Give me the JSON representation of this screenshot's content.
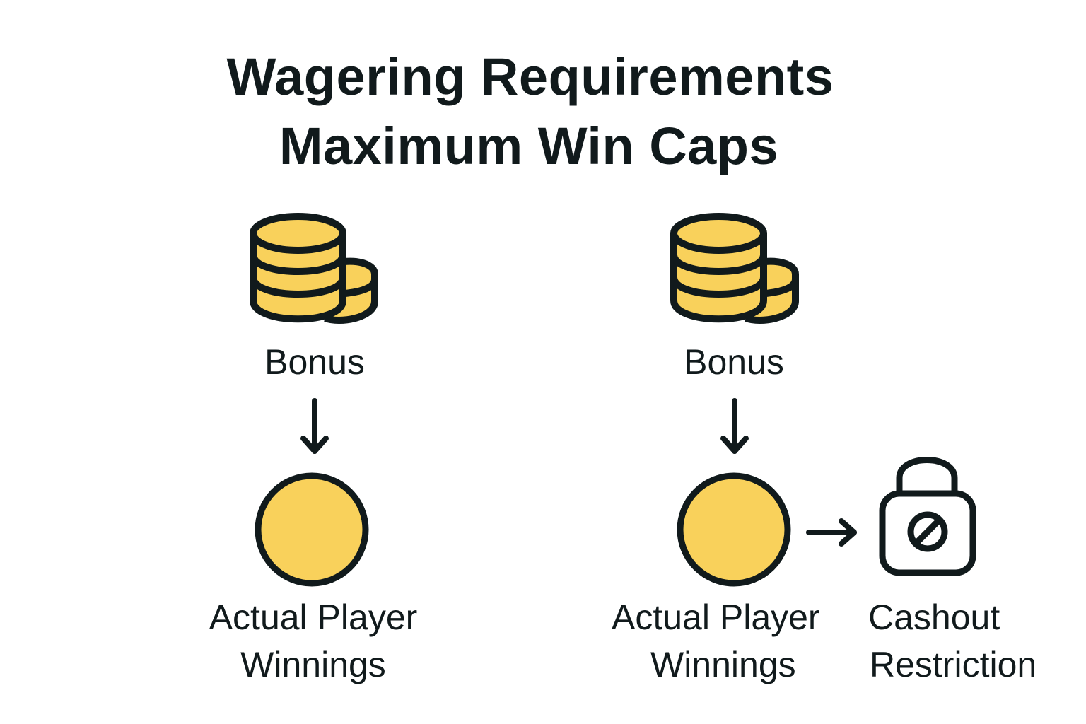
{
  "title": {
    "line1": "Wagering Requirements",
    "line2": "Maximum Win Caps"
  },
  "colors": {
    "coin_fill": "#F9D15B",
    "stroke": "#111A1C",
    "background": "#FFFFFF"
  },
  "left_flow": {
    "top_icon": "coin-stack-icon",
    "top_label": "Bonus",
    "connector": "arrow-down-icon",
    "bottom_icon": "coin-icon",
    "bottom_label_line1": "Actual Player",
    "bottom_label_line2": "Winnings"
  },
  "right_flow": {
    "top_icon": "coin-stack-icon",
    "top_label": "Bonus",
    "connector": "arrow-down-icon",
    "bottom_icon": "coin-icon",
    "bottom_label_line1": "Actual Player",
    "bottom_label_line2": "Winnings",
    "side_connector": "arrow-right-icon",
    "side_icon": "lock-prohibited-icon",
    "side_label_line1": "Cashout",
    "side_label_line2": "Restriction"
  }
}
